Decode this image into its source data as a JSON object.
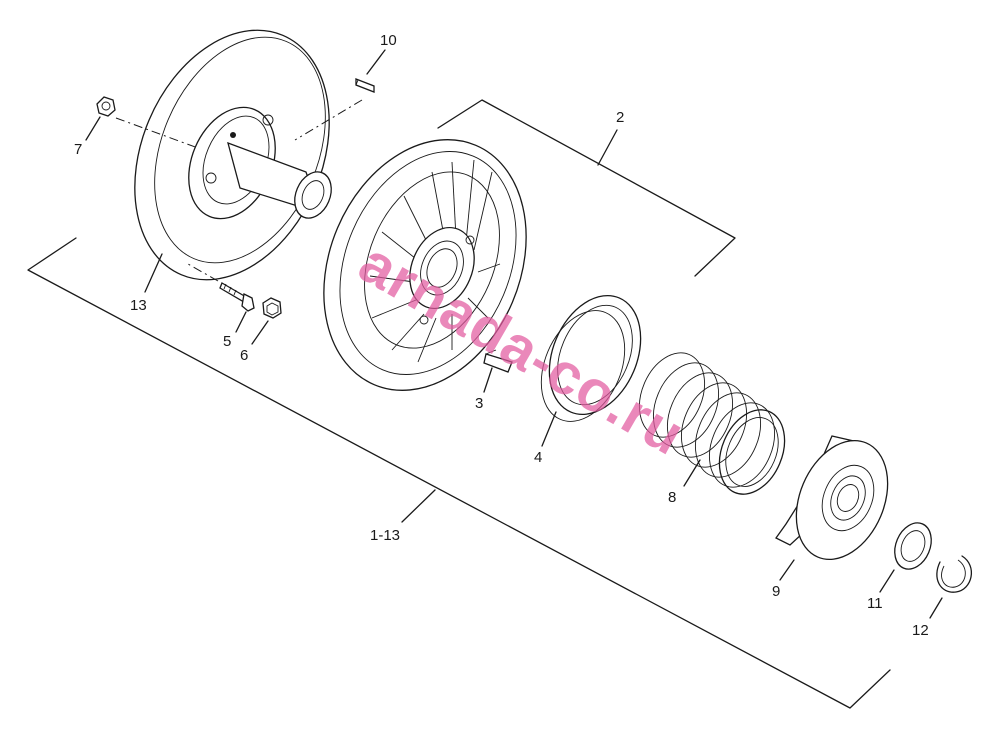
{
  "watermark": "arnada-co.ru",
  "colors": {
    "line": "#1a1a1a",
    "watermark": "#e25aa0",
    "background": "#ffffff"
  },
  "callouts": {
    "c1_13": "1-13",
    "c2": "2",
    "c3": "3",
    "c4": "4",
    "c5": "5",
    "c6": "6",
    "c7": "7",
    "c8": "8",
    "c9": "9",
    "c10": "10",
    "c11": "11",
    "c12": "12",
    "c13": "13"
  }
}
